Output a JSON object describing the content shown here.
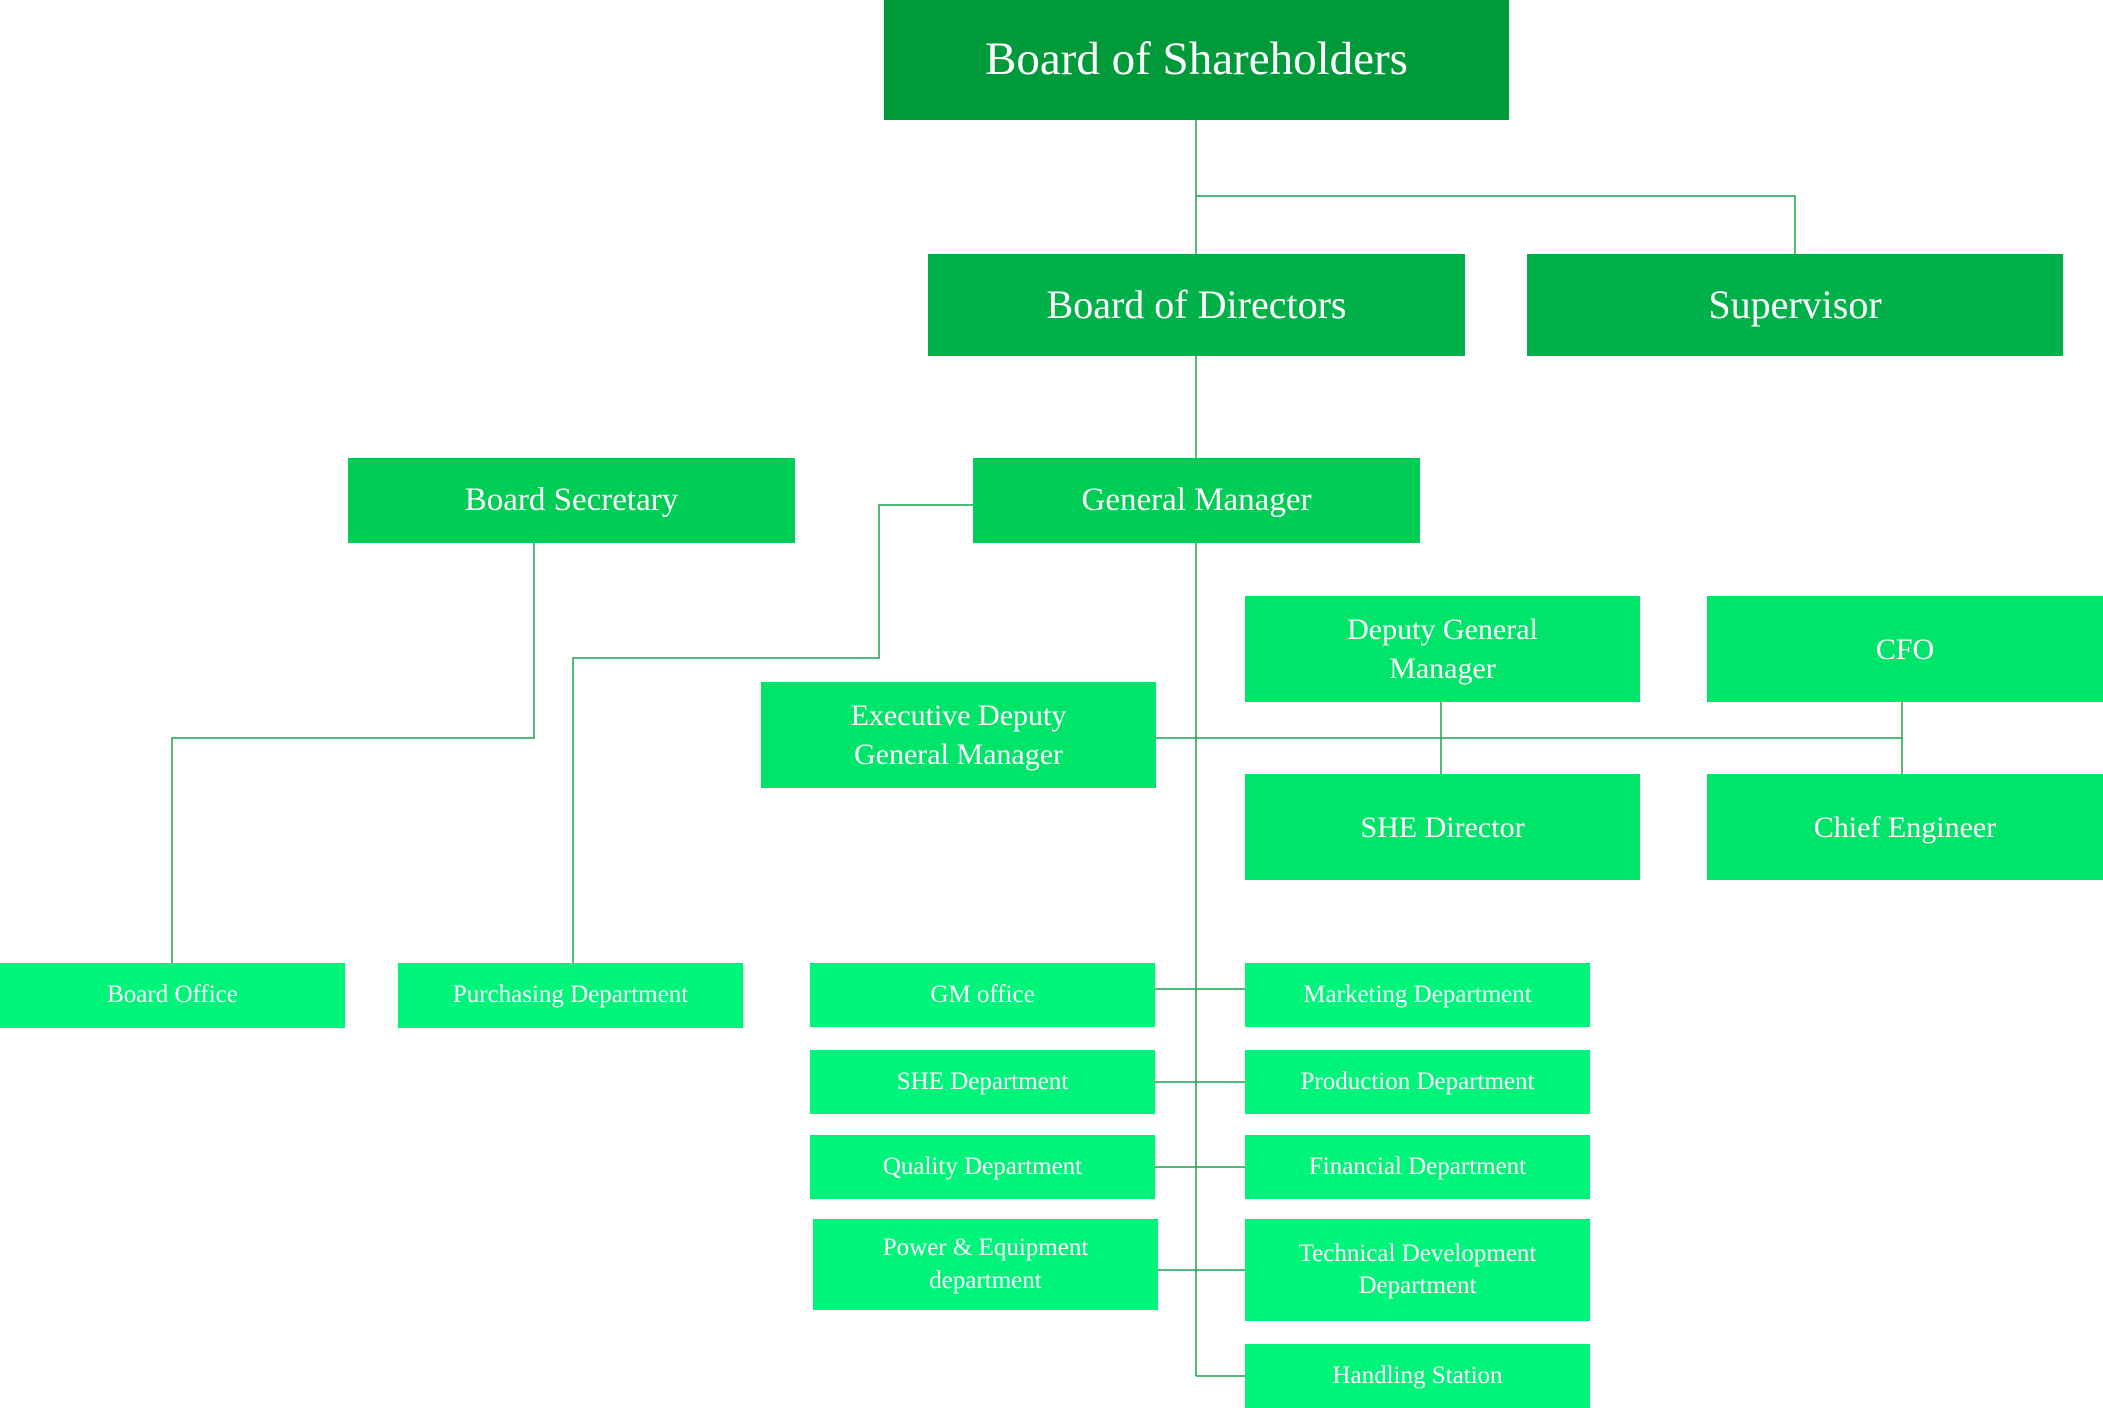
{
  "colors": {
    "level1": "#009a3a",
    "level2": "#00b14a",
    "level3": "#00cd55",
    "level4": "#00e46a",
    "level5": "#00f47a",
    "connector": "#1aa351"
  },
  "nodes": {
    "board_of_shareholders": "Board of Shareholders",
    "board_of_directors": "Board of Directors",
    "supervisor": "Supervisor",
    "board_secretary": "Board Secretary",
    "general_manager": "General Manager",
    "deputy_general_manager": "Deputy General Manager",
    "cfo": "CFO",
    "executive_deputy_general_manager": "Executive Deputy General Manager",
    "she_director": "SHE Director",
    "chief_engineer": "Chief Engineer",
    "board_office": "Board Office",
    "purchasing_department": "Purchasing Department",
    "gm_office": "GM office",
    "she_department": "SHE Department",
    "quality_department": "Quality Department",
    "power_equipment_department": "Power & Equipment department",
    "marketing_department": "Marketing Department",
    "production_department": "Production Department",
    "financial_department": "Financial Department",
    "technical_development_department": "Technical Development Department",
    "handling_station": "Handling Station"
  }
}
